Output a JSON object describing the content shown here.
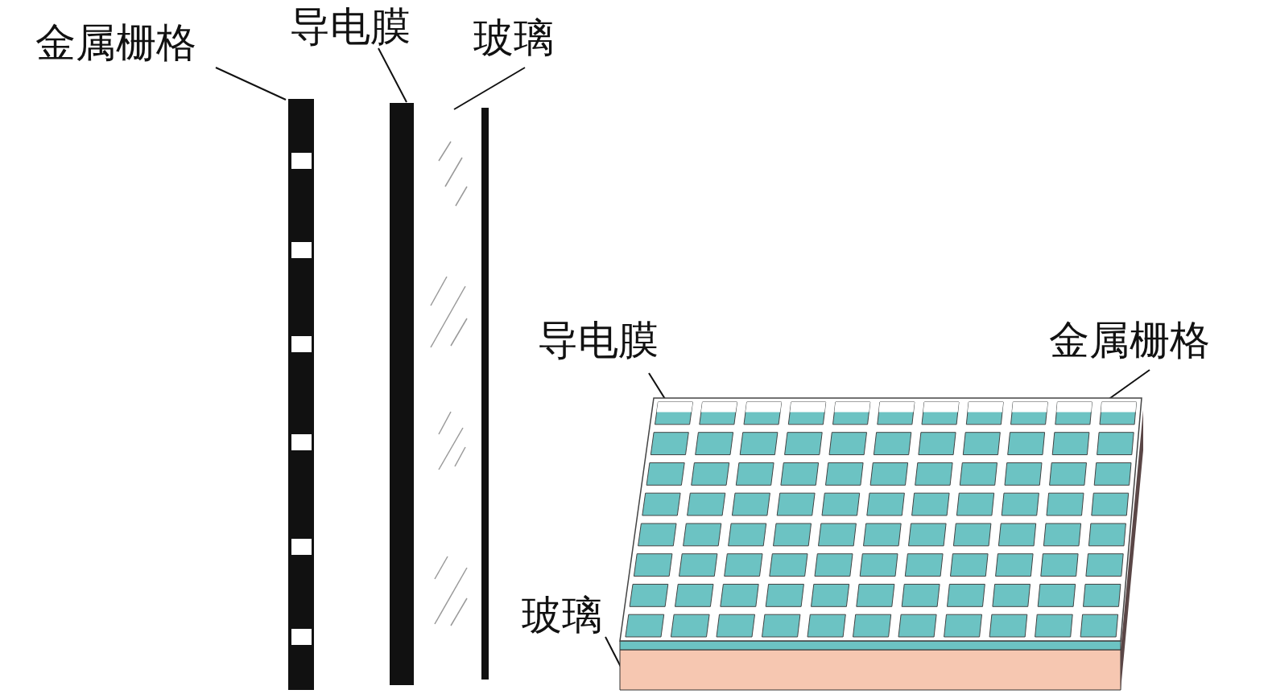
{
  "diagram": {
    "labels": [
      "金属栅格",
      "导电膜",
      "玻璃",
      "导电膜",
      "金属栅格",
      "玻璃"
    ]
  }
}
